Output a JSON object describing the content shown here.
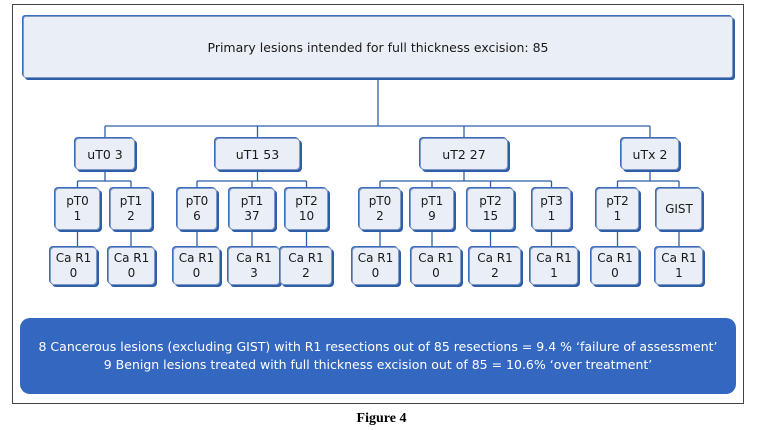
{
  "root": {
    "label": "Primary lesions intended for full thickness excision: 85"
  },
  "groups": [
    {
      "label": "uT0 3",
      "children": [
        {
          "path": "pT0",
          "count": "1",
          "r1_label": "Ca R1",
          "r1_count": "0"
        },
        {
          "path": "pT1",
          "count": "2",
          "r1_label": "Ca R1",
          "r1_count": "0"
        }
      ]
    },
    {
      "label": "uT1 53",
      "children": [
        {
          "path": "pT0",
          "count": "6",
          "r1_label": "Ca R1",
          "r1_count": "0"
        },
        {
          "path": "pT1",
          "count": "37",
          "r1_label": "Ca R1",
          "r1_count": "3"
        },
        {
          "path": "pT2",
          "count": "10",
          "r1_label": "Ca R1",
          "r1_count": "2"
        }
      ]
    },
    {
      "label": "uT2 27",
      "children": [
        {
          "path": "pT0",
          "count": "2",
          "r1_label": "Ca R1",
          "r1_count": "0"
        },
        {
          "path": "pT1",
          "count": "9",
          "r1_label": "Ca R1",
          "r1_count": "0"
        },
        {
          "path": "pT2",
          "count": "15",
          "r1_label": "Ca R1",
          "r1_count": "2"
        },
        {
          "path": "pT3",
          "count": "1",
          "r1_label": "Ca R1",
          "r1_count": "1"
        }
      ]
    },
    {
      "label": "uTx 2",
      "children": [
        {
          "path": "pT2",
          "count": "1",
          "r1_label": "Ca R1",
          "r1_count": "0"
        },
        {
          "path": "GIST",
          "count": "",
          "r1_label": "Ca R1",
          "r1_count": "1"
        }
      ]
    }
  ],
  "summary": {
    "line1": "8 Cancerous lesions (excluding GIST) with R1 resections out of 85 resections = 9.4 % ‘failure of assessment’",
    "line2": "9 Benign lesions treated with full thickness excision out of 85 = 10.6% ‘over treatment’"
  },
  "caption": "Figure 4",
  "colors": {
    "box_fill": "#e9eef7",
    "box_border": "#2f5ea8",
    "summary_fill": "#3468c0",
    "line": "#2f5ea8"
  }
}
